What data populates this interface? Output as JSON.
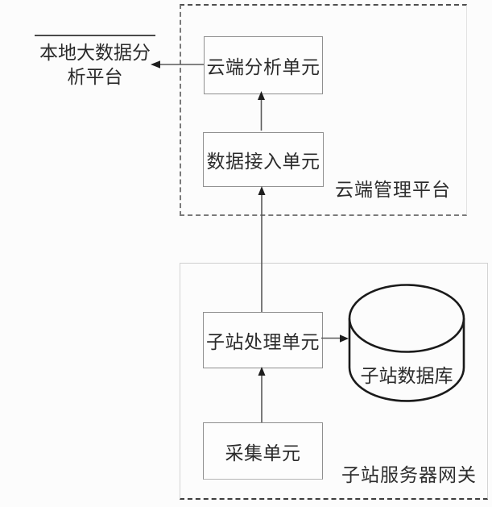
{
  "diagram": {
    "external": {
      "local_platform": {
        "line1": "本地大数据分",
        "line2": "析平台"
      }
    },
    "cloud_platform": {
      "label": "云端管理平台",
      "analysis_unit": "云端分析单元",
      "access_unit": "数据接入单元"
    },
    "substation_gateway": {
      "label": "子站服务器网关",
      "processing_unit": "子站处理单元",
      "collection_unit": "采集单元",
      "database": "子站数据库"
    },
    "edges": [
      {
        "from": "采集单元",
        "to": "子站处理单元",
        "arrow": "up"
      },
      {
        "from": "子站处理单元",
        "to": "子站数据库",
        "arrow": "right"
      },
      {
        "from": "子站处理单元",
        "to": "数据接入单元",
        "arrow": "up"
      },
      {
        "from": "数据接入单元",
        "to": "云端分析单元",
        "arrow": "up"
      },
      {
        "from": "云端分析单元",
        "to": "本地大数据分析平台",
        "arrow": "left"
      }
    ],
    "colors": {
      "background": "#fcfcfc",
      "box_border": "#8f8f8f",
      "dashed_border": "#7a7a7a",
      "light_border": "#d4d4d4",
      "line": "#5a5a5a",
      "arrowhead": "#1e1e1e",
      "cylinder_stroke": "#1a1a1a",
      "text": "#2b2b2b"
    }
  }
}
